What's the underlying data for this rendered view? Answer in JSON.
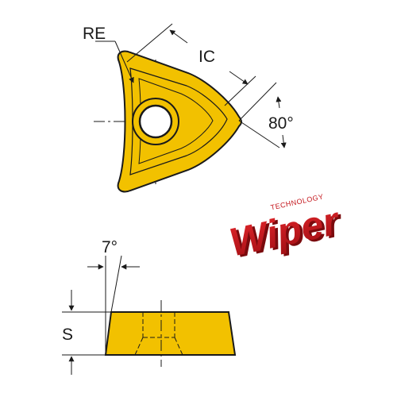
{
  "top_view": {
    "label_re": "RE",
    "label_ic": "IC",
    "label_angle": "80°"
  },
  "side_view": {
    "label_clearance": "7°",
    "label_thickness": "S"
  },
  "logo": {
    "tagline": "TECHNOLOGY",
    "name": "Wiper"
  },
  "colors": {
    "insert_fill": "#f2c100",
    "outline": "#1a1a1a",
    "logo_red": "#c4161c"
  }
}
